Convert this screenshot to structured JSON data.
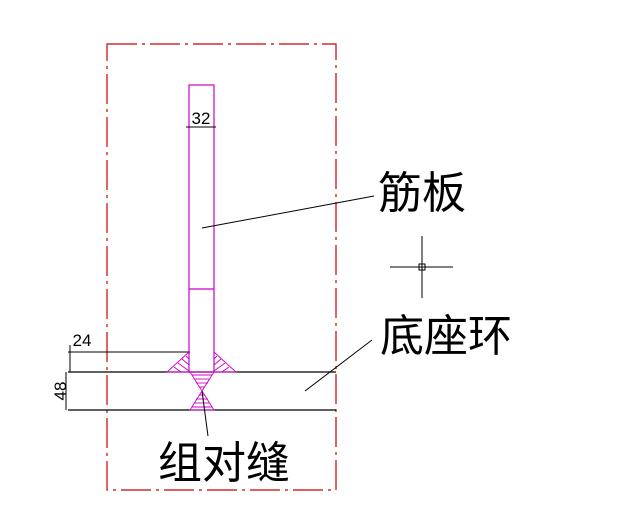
{
  "labels": {
    "rib_plate": "筋板",
    "base_ring": "底座环",
    "weld_seam": "组对缝"
  },
  "dimensions": {
    "rib_width": "32",
    "offset": "24",
    "ring_thickness": "48"
  },
  "colors": {
    "background": "#ffffff",
    "boundary_dashdot": "#cc0000",
    "rib_plate": "#cc00cc",
    "weld_hatch": "#cc00cc",
    "lines": "#000000"
  }
}
